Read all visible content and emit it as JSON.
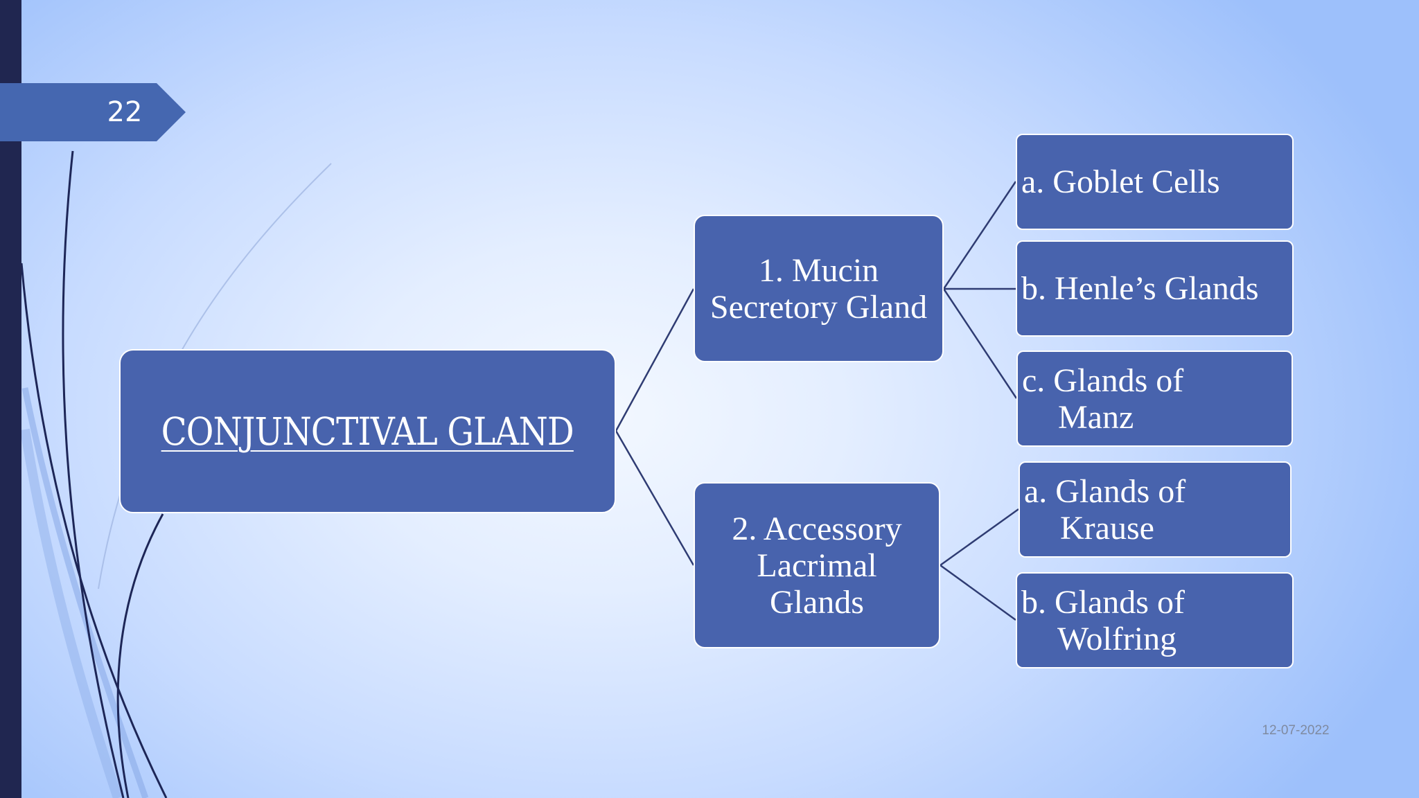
{
  "slide": {
    "number": "22",
    "date": "12-07-2022"
  },
  "diagram": {
    "root": "CONJUNCTIVAL GLAND",
    "branches": [
      {
        "label_lines": [
          "1. Mucin",
          "Secretory Gland"
        ],
        "children": [
          {
            "first_line": "a. Goblet Cells",
            "second_line": ""
          },
          {
            "first_line": "b. Henle’s Glands",
            "second_line": ""
          },
          {
            "first_line": "c. Glands of",
            "second_line": "Manz"
          }
        ]
      },
      {
        "label_lines": [
          "2. Accessory",
          "Lacrimal",
          "Glands"
        ],
        "children": [
          {
            "first_line": "a. Glands of",
            "second_line": "Krause"
          },
          {
            "first_line": "b. Glands of",
            "second_line": "Wolfring"
          }
        ]
      }
    ]
  },
  "colors": {
    "node_fill": "#4863ad",
    "node_border": "#ffffff",
    "connector": "#2f3c73",
    "accent_tab": "#4567b0",
    "left_strip": "#202650"
  }
}
